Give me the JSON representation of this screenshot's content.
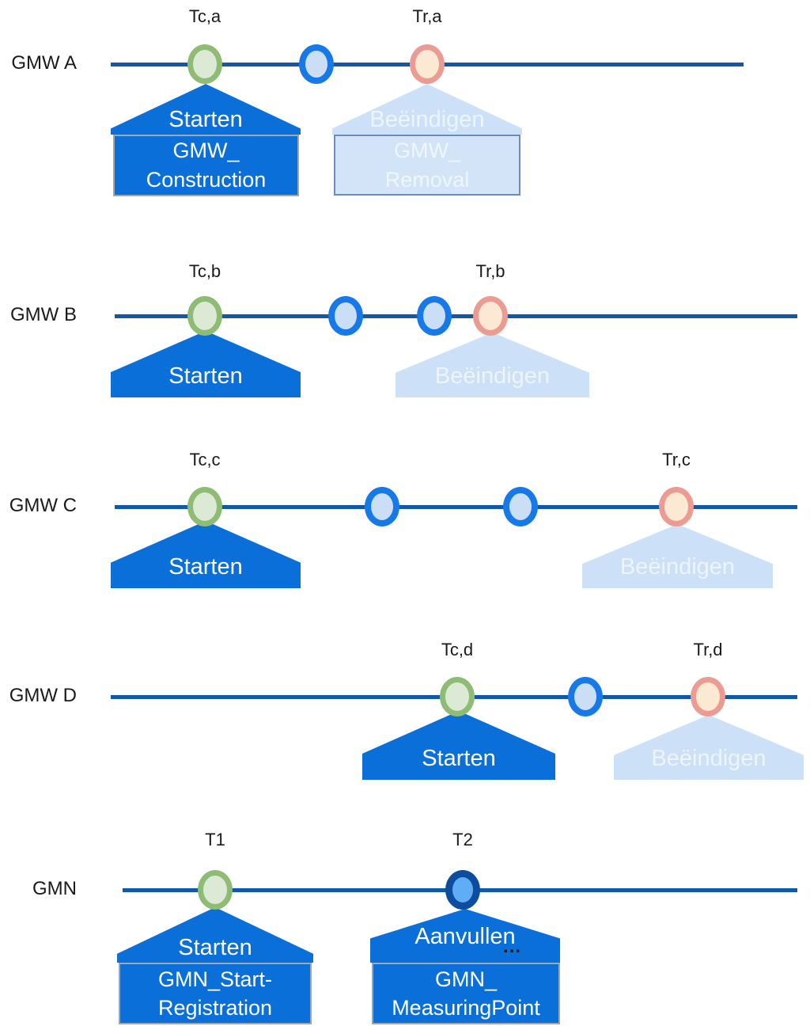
{
  "rows": [
    {
      "label": "GMW A",
      "t_construction": "Tc,a",
      "t_removal": "Tr,a",
      "start_callout": "Starten",
      "end_callout": "Beëindigen",
      "start_box": {
        "line1": "GMW_",
        "line2": "Construction"
      },
      "end_box": {
        "line1": "GMW_",
        "line2": "Removal"
      }
    },
    {
      "label": "GMW B",
      "t_construction": "Tc,b",
      "t_removal": "Tr,b",
      "start_callout": "Starten",
      "end_callout": "Beëindigen"
    },
    {
      "label": "GMW C",
      "t_construction": "Tc,c",
      "t_removal": "Tr,c",
      "start_callout": "Starten",
      "end_callout": "Beëindigen"
    },
    {
      "label": "GMW D",
      "t_construction": "Tc,d",
      "t_removal": "Tr,d",
      "start_callout": "Starten",
      "end_callout": "Beëindigen"
    },
    {
      "label": "GMN",
      "t_start": "T1",
      "t_measuring": "T2",
      "start_callout": "Starten",
      "end_callout": "Aanvullen",
      "end_callout_more": "…",
      "start_box": {
        "line1": "GMN_Start-",
        "line2": "Registration"
      },
      "end_box": {
        "line1": "GMN_",
        "line2": "MeasuringPoint"
      }
    }
  ],
  "colors": {
    "timeline": "#1159A8",
    "action_dark_fill": "#0B6FD9",
    "action_light_fill": "#CCE1F8",
    "dark_box_border": "#9AA7B5",
    "light_box_border": "#6B8CBE",
    "marker_construction_ring": "#8FBC75",
    "marker_construction_fill": "#DCE9D4",
    "marker_intermediate_ring": "#1779E8",
    "marker_intermediate_fill": "#CADFF6",
    "marker_removal_ring": "#EC9B93",
    "marker_removal_fill": "#FBE9D4",
    "marker_measuringpoint_ring": "#0D4DA0",
    "marker_measuringpoint_fill": "#5FAEF5"
  }
}
